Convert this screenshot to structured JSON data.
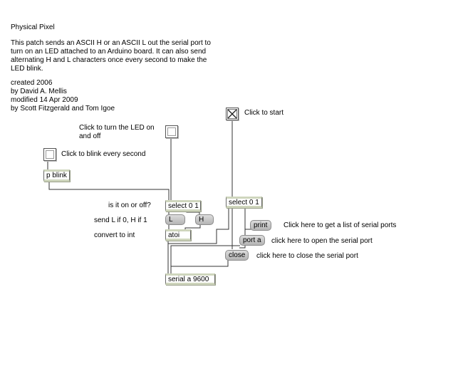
{
  "header": {
    "title": "Physical Pixel",
    "description": "This patch sends an ASCII H or an ASCII L out the serial port to\nturn on an LED attached to an Arduino board. It can also send\nalternating H and L characters once every second to make the\nLED blink.",
    "credits": "created 2006\nby David A. Mellis\nmodified 14 Apr 2009\nby Scott Fitzgerald and Tom Igoe"
  },
  "comments": {
    "click_start": "Click to start",
    "click_turn_led": "Click to turn the LED on\nand off",
    "click_blink": "Click to blink every second",
    "is_it_on": "is it on or off?",
    "send_l_h": "send L if 0, H if 1",
    "convert_int": "convert to int",
    "list_ports": "Click here to get a list of serial ports",
    "open_port": "click here to open the serial port",
    "close_port": "click here to close the serial port"
  },
  "objects": {
    "p_blink": "p blink",
    "select_left": "select 0 1",
    "select_right": "select 0 1",
    "atoi": "atoi",
    "serial": "serial a 9600"
  },
  "messages": {
    "L": "L",
    "H": "H",
    "print": "print",
    "port_a": "port a",
    "close": "close"
  },
  "toggles": {
    "start": {
      "checked": true
    },
    "led": {
      "checked": false
    },
    "blink": {
      "checked": false
    }
  }
}
